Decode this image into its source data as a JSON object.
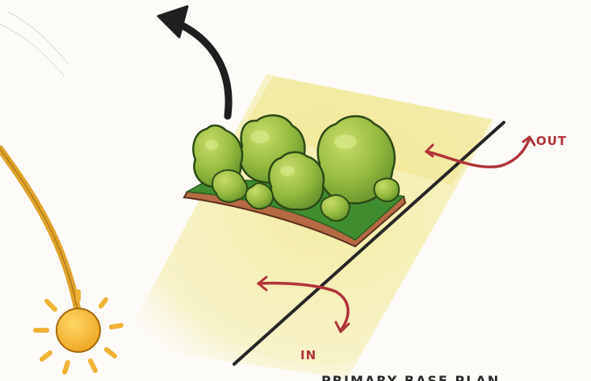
{
  "labels": {
    "out": "OUT",
    "in": "IN",
    "bottom_caption": "PRIMARY BASE PLAN"
  },
  "colors": {
    "sun": "#f2b431",
    "sun_ray": "#f0b235",
    "sun_path": "#e0a229",
    "plane_fill": "#f3eba2",
    "foliage_light": "#a9c94a",
    "foliage_dark": "#5d8a27",
    "grass": "#3e8a2e",
    "base_edge": "#a6532f",
    "air_arrow": "#b0343a",
    "black_arrow": "#1f1f1f",
    "section_line": "#262626"
  },
  "icons": {
    "sun": "sun-icon",
    "tree_cluster": "tree-cluster-icon",
    "curved_arrow_up": "curved-arrow-up-icon",
    "airflow_out_arrow": "airflow-out-arrow-icon",
    "airflow_in_arrow": "airflow-in-arrow-icon"
  }
}
